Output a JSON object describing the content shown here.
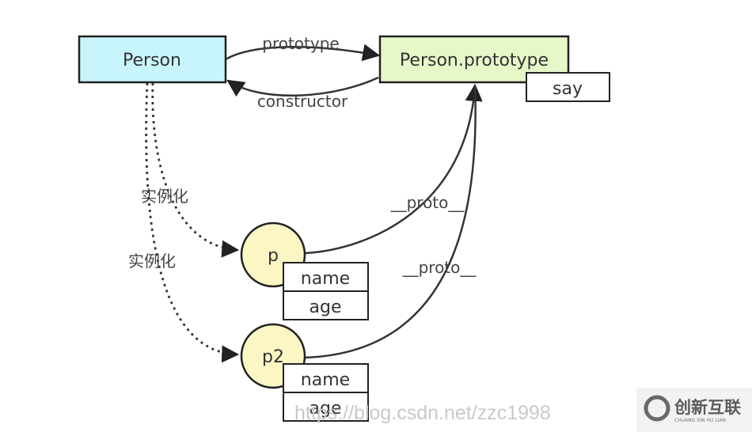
{
  "diagram": {
    "nodes": {
      "person": {
        "label": "Person",
        "fill": "#c8f5fb"
      },
      "person_prototype": {
        "label": "Person.prototype",
        "fill": "#e6f7c8"
      },
      "say": {
        "label": "say"
      },
      "p": {
        "label": "p",
        "fill": "#fbf6c4"
      },
      "p_name": {
        "label": "name"
      },
      "p_age": {
        "label": "age"
      },
      "p2": {
        "label": "p2",
        "fill": "#fbf6c4"
      },
      "p2_name": {
        "label": "name"
      },
      "p2_age": {
        "label": "age"
      }
    },
    "edges": {
      "prototype": {
        "label": "prototype"
      },
      "constructor": {
        "label": "constructor"
      },
      "instantiate_p": {
        "label": "实例化"
      },
      "instantiate_p2": {
        "label": "实例化"
      },
      "p_proto": {
        "label": "__proto__"
      },
      "p2_proto": {
        "label": "__proto__"
      }
    }
  },
  "watermark": {
    "url_text": "https://blog.csdn.net/zzc1998",
    "logo_text": "创新互联",
    "logo_sub": "CHUANG XIN HU LIAN"
  }
}
